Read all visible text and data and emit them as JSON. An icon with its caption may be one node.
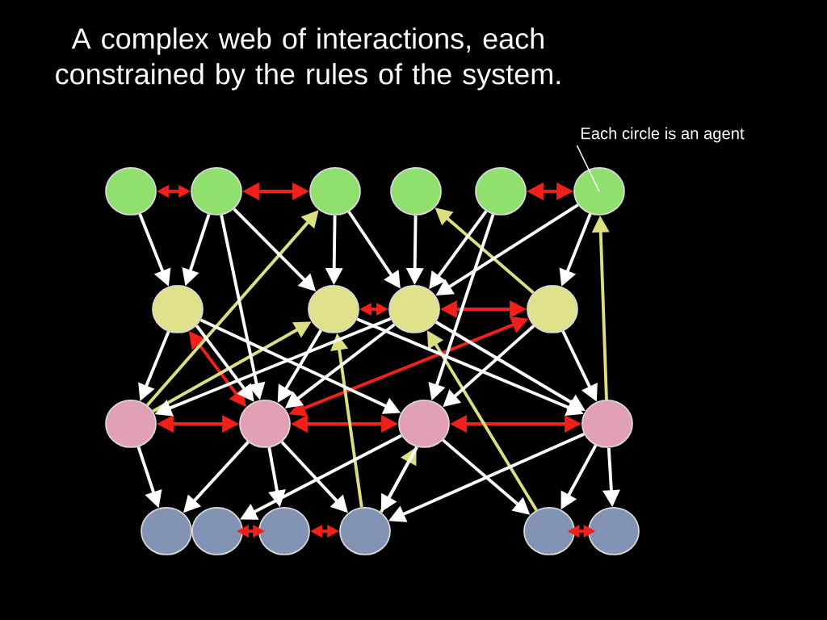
{
  "diagram": {
    "title": "A complex web of interactions, each constrained by the rules of the system.",
    "nodes": [
      {
        "text": [],
        "shape": "circle"
      },
      {
        "text": [],
        "shape": "circle"
      },
      {
        "text": [],
        "shape": "circle"
      },
      {
        "text": [],
        "shape": "circle"
      },
      {
        "text": [],
        "shape": "circle"
      },
      {
        "text": [],
        "shape": "circle"
      },
      {
        "text": [],
        "shape": "circle"
      },
      {
        "text": [],
        "shape": "circle"
      },
      {
        "text": [],
        "shape": "circle"
      },
      {
        "text": [],
        "shape": "circle"
      },
      {
        "text": [],
        "shape": "circle"
      },
      {
        "text": [],
        "shape": "circle"
      },
      {
        "text": [],
        "shape": "circle"
      },
      {
        "text": [],
        "shape": "circle"
      },
      {
        "text": [],
        "shape": "circle"
      },
      {
        "text": [],
        "shape": "circle"
      },
      {
        "text": [],
        "shape": "circle"
      },
      {
        "text": [],
        "shape": "circle"
      },
      {
        "text": [],
        "shape": "circle"
      },
      {
        "text": [],
        "shape": "circle"
      },
      {
        "text": [
          "Each circle is an agent"
        ]
      }
    ],
    "edges": [
      {
        "from": 20,
        "to": 5,
        "arrow": "none"
      },
      {
        "from": 0,
        "to": 1,
        "arrow": "both",
        "color": "#f0201a"
      },
      {
        "from": 1,
        "to": 2,
        "arrow": "both",
        "color": "#f0201a"
      },
      {
        "from": 4,
        "to": 5,
        "arrow": "both",
        "color": "#f0201a"
      },
      {
        "from": 7,
        "to": 8,
        "arrow": "both",
        "color": "#f0201a"
      },
      {
        "from": 8,
        "to": 9,
        "arrow": "both",
        "color": "#f0201a"
      },
      {
        "from": 6,
        "to": 11,
        "arrow": "both",
        "color": "#f0201a"
      },
      {
        "from": 11,
        "to": 9,
        "arrow": "both",
        "color": "#f0201a"
      },
      {
        "from": 10,
        "to": 11,
        "arrow": "both",
        "color": "#f0201a"
      },
      {
        "from": 11,
        "to": 12,
        "arrow": "both",
        "color": "#f0201a"
      },
      {
        "from": 12,
        "to": 13,
        "arrow": "both",
        "color": "#f0201a"
      },
      {
        "from": 15,
        "to": 16,
        "arrow": "both",
        "color": "#f0201a"
      },
      {
        "from": 16,
        "to": 17,
        "arrow": "both",
        "color": "#f0201a"
      },
      {
        "from": 18,
        "to": 19,
        "arrow": "both",
        "color": "#f0201a"
      },
      {
        "from": 10,
        "to": 2,
        "arrow": "to",
        "color": "#dcdf80"
      },
      {
        "from": 10,
        "to": 7,
        "arrow": "to",
        "color": "#dcdf80"
      },
      {
        "from": 17,
        "to": 7,
        "arrow": "to",
        "color": "#dcdf80"
      },
      {
        "from": 17,
        "to": 12,
        "arrow": "to",
        "color": "#dcdf80"
      },
      {
        "from": 18,
        "to": 8,
        "arrow": "to",
        "color": "#dcdf80"
      },
      {
        "from": 9,
        "to": 3,
        "arrow": "to",
        "color": "#dcdf80"
      },
      {
        "from": 13,
        "to": 5,
        "arrow": "to",
        "color": "#dcdf80"
      },
      {
        "from": 0,
        "to": 6,
        "arrow": "to"
      },
      {
        "from": 1,
        "to": 6,
        "arrow": "to"
      },
      {
        "from": 1,
        "to": 11,
        "arrow": "to"
      },
      {
        "from": 1,
        "to": 7,
        "arrow": "to"
      },
      {
        "from": 2,
        "to": 7,
        "arrow": "to"
      },
      {
        "from": 2,
        "to": 8,
        "arrow": "to"
      },
      {
        "from": 3,
        "to": 8,
        "arrow": "to"
      },
      {
        "from": 4,
        "to": 8,
        "arrow": "to"
      },
      {
        "from": 4,
        "to": 12,
        "arrow": "to"
      },
      {
        "from": 5,
        "to": 8,
        "arrow": "to"
      },
      {
        "from": 5,
        "to": 9,
        "arrow": "to"
      },
      {
        "from": 6,
        "to": 10,
        "arrow": "to"
      },
      {
        "from": 6,
        "to": 11,
        "arrow": "to"
      },
      {
        "from": 6,
        "to": 12,
        "arrow": "to"
      },
      {
        "from": 7,
        "to": 11,
        "arrow": "to"
      },
      {
        "from": 7,
        "to": 13,
        "arrow": "to"
      },
      {
        "from": 8,
        "to": 10,
        "arrow": "to"
      },
      {
        "from": 8,
        "to": 11,
        "arrow": "to"
      },
      {
        "from": 8,
        "to": 13,
        "arrow": "to"
      },
      {
        "from": 9,
        "to": 12,
        "arrow": "to"
      },
      {
        "from": 9,
        "to": 13,
        "arrow": "to"
      },
      {
        "from": 10,
        "to": 14,
        "arrow": "to"
      },
      {
        "from": 11,
        "to": 14,
        "arrow": "to"
      },
      {
        "from": 11,
        "to": 16,
        "arrow": "to"
      },
      {
        "from": 11,
        "to": 17,
        "arrow": "to"
      },
      {
        "from": 12,
        "to": 17,
        "arrow": "to"
      },
      {
        "from": 12,
        "to": 15,
        "arrow": "to"
      },
      {
        "from": 12,
        "to": 18,
        "arrow": "to"
      },
      {
        "from": 13,
        "to": 17,
        "arrow": "to"
      },
      {
        "from": 13,
        "to": 18,
        "arrow": "to"
      },
      {
        "from": 13,
        "to": 19,
        "arrow": "to"
      }
    ]
  }
}
